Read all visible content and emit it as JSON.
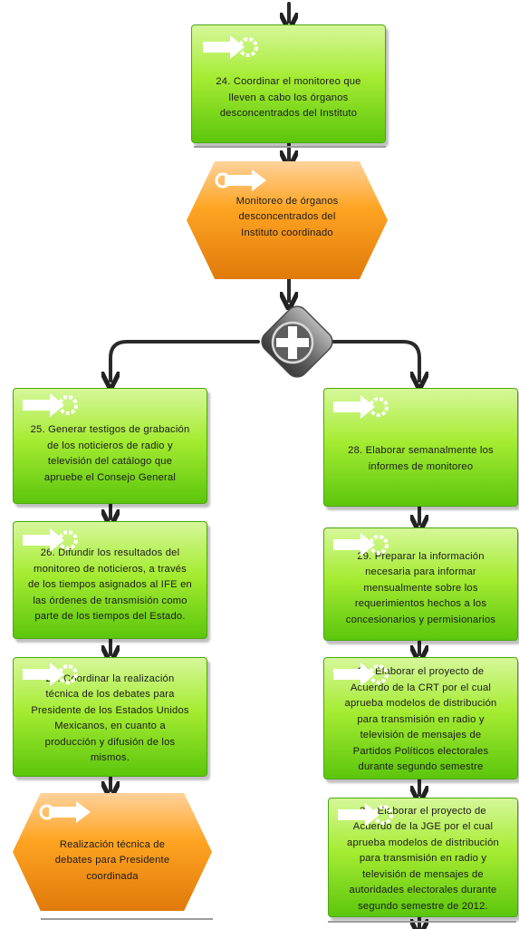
{
  "nodes": {
    "task24": {
      "text": "24. Coordinar el monitoreo que\nlleven a cabo los órganos\ndesconcentrados del Instituto"
    },
    "event_monitoreo": {
      "text": "Monitoreo de órganos\ndesconcentrados del\nInstituto coordinado"
    },
    "task25": {
      "text": "25. Generar testigos de grabación\nde los noticieros de radio y\ntelevisión del catálogo que\napruebe el Consejo General"
    },
    "task26": {
      "text": "26. Difundir los resultados del\nmonitoreo de noticieros, a través\nde los tiempos asignados al IFE en\nlas órdenes de transmisión como\nparte de los tiempos del Estado."
    },
    "task27": {
      "text": "27. Coordinar la realización\ntécnica de los debates para\nPresidente de los Estados Unidos\nMexicanos, en cuanto a\nproducción y difusión de los\nmismos."
    },
    "event_debates": {
      "text": "Realización técnica de\ndebates para Presidente\ncoordinada"
    },
    "task28": {
      "text": "28. Elaborar semanalmente los\ninformes de monitoreo"
    },
    "task29": {
      "text": "29. Preparar la información\nnecesaria para informar\nmensualmente sobre los\nrequerimientos hechos a los\nconcesionarios y permisionarios"
    },
    "task30": {
      "text": "30. Elaborar el proyecto de\nAcuerdo de la CRT por el cual\naprueba modelos de distribución\npara transmisión en radio y\ntelevisión de mensajes de\nPartidos Políticos electorales\ndurante segundo semestre"
    },
    "task31": {
      "text": "31. Elaborar el proyecto de\nAcuerdo de la JGE por el cual\naprueba modelos de distribución\npara transmisión en radio y\ntelevisión de mensajes de\nautoridades electorales durante\nsegundo semestre de 2012."
    }
  },
  "colors": {
    "task_fill": "#a5ec32",
    "task_border": "#4aa80e",
    "event_fill": "#ffa422",
    "connector": "#2a2a2a",
    "gateway": "#6e6e6e"
  },
  "icons": {
    "task": "start-arrow-gear-icon",
    "event": "arrow-circle-icon",
    "gateway": "plus-icon"
  }
}
